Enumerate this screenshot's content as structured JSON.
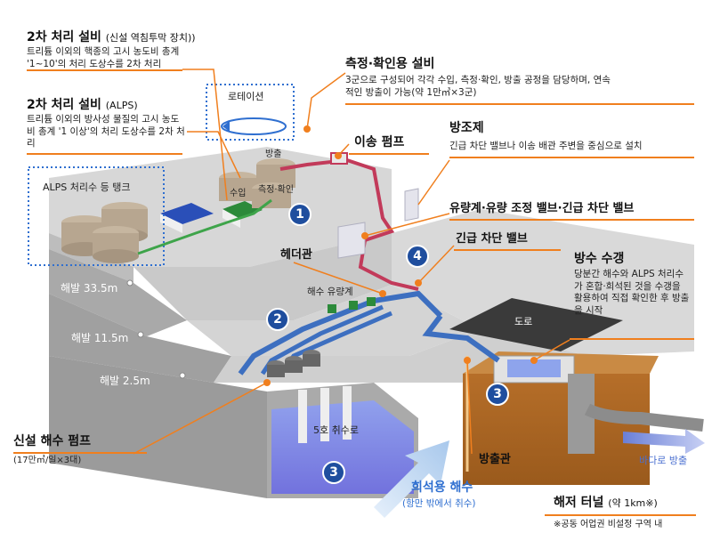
{
  "labels": {
    "secondary_new": {
      "title": "2차 처리 설비",
      "sub": "(신설 역침투막 장치))",
      "desc": "트리튬 이외의 핵종의 고시 농도비 총계 '1~10'의 처리 도상수를 2차 처리"
    },
    "secondary_alps": {
      "title": "2차 처리 설비",
      "sub": "(ALPS)",
      "desc": "트리튬 이외의 방사성 물질의 고시 농도비 총계 '1 이상'의 처리 도상수를 2차 처리"
    },
    "alps_tank": "ALPS 처리수 등 탱크",
    "rotation": "로테이션",
    "measurement": {
      "title": "측정·확인용 설비",
      "desc": "3군으로 구성되어 각각 수입, 측정·확인, 방출 공정을 담당하며, 연속적인 방출이 가능(약 1만㎥×3군)"
    },
    "tank_release": "방출",
    "tank_receive": "수입",
    "tank_measure": "측정·확인",
    "transfer_pump": "이송 펌프",
    "seawall": {
      "title": "방조제",
      "desc": "긴급 차단 밸브나 이송 배관 주변을 중심으로 설치"
    },
    "flow_valve": "유량계·유량 조정 밸브·긴급 차단 밸브",
    "header_pipe": "헤더관",
    "emergency_valve": "긴급 차단 밸브",
    "seawater_flowmeter": "해수 유량계",
    "shaft": {
      "title": "방수 수갱",
      "desc": "당분간 해수와 ALPS 처리수가 혼합·희석된 것을 수갱을 활용하여 직접 확인한 후 방출을 시작"
    },
    "road": "도로",
    "elev1": "해발 33.5m",
    "elev2": "해발 11.5m",
    "elev3": "해발 2.5m",
    "intake": "5호 취수로",
    "new_pump": {
      "title": "신설 해수 펌프",
      "sub": "(17만㎥/일×3대)"
    },
    "discharge_pipe": "방출관",
    "dilution": {
      "title": "희석용 해수",
      "sub": "(항만 밖에서 취수)"
    },
    "tunnel": {
      "title": "해저 터널",
      "sub": "(약 1km※)"
    },
    "to_sea": "바다로 방출",
    "footnote": "※공동 어업권 비설정 구역 내"
  },
  "badges": [
    "1",
    "2",
    "3",
    "3",
    "4"
  ],
  "colors": {
    "accent": "#f07f1e",
    "badge": "#1f4e9e",
    "seawater": "#4a7fd0",
    "treated": "#c23a5a"
  }
}
